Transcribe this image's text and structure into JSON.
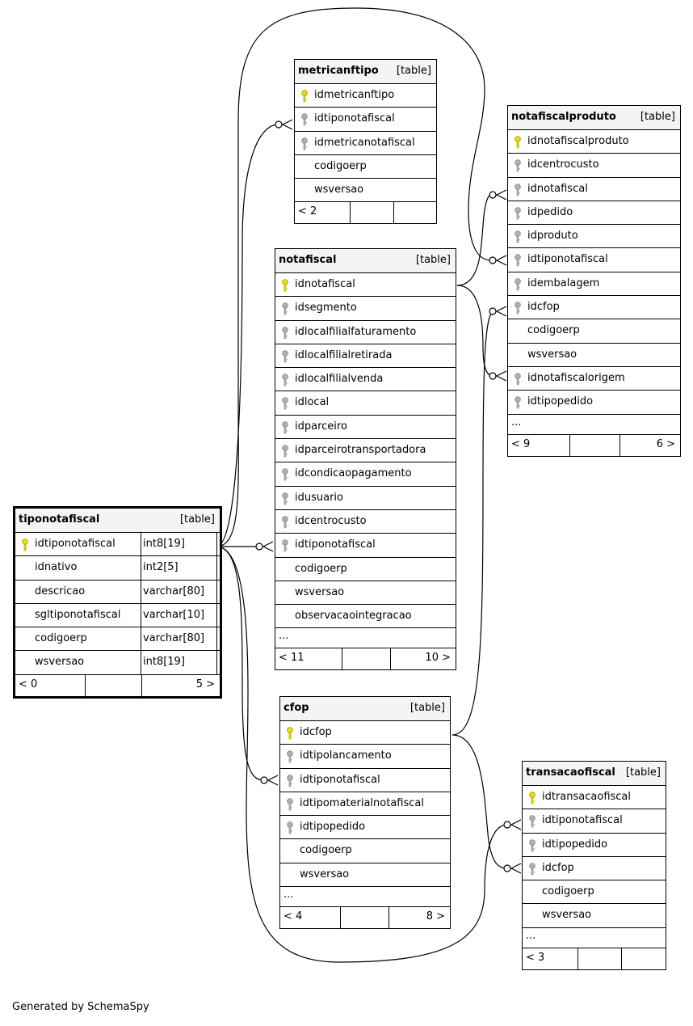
{
  "footer_text": "Generated by SchemaSpy",
  "tables": {
    "metricanftipo": {
      "name": "metricanftipo",
      "type_label": "[table]",
      "columns": [
        {
          "name": "idmetricanftipo",
          "key": "primary"
        },
        {
          "name": "idtiponotafiscal",
          "key": "foreign"
        },
        {
          "name": "idmetricanotafiscal",
          "key": "foreign"
        },
        {
          "name": "codigoerp",
          "key": "none"
        },
        {
          "name": "wsversao",
          "key": "none"
        }
      ],
      "footer": {
        "left": "< 2",
        "right": ""
      }
    },
    "notafiscalproduto": {
      "name": "notafiscalproduto",
      "type_label": "[table]",
      "columns": [
        {
          "name": "idnotafiscalproduto",
          "key": "primary"
        },
        {
          "name": "idcentrocusto",
          "key": "foreign"
        },
        {
          "name": "idnotafiscal",
          "key": "foreign"
        },
        {
          "name": "idpedido",
          "key": "foreign"
        },
        {
          "name": "idproduto",
          "key": "foreign"
        },
        {
          "name": "idtiponotafiscal",
          "key": "foreign"
        },
        {
          "name": "idembalagem",
          "key": "foreign"
        },
        {
          "name": "idcfop",
          "key": "foreign"
        },
        {
          "name": "codigoerp",
          "key": "none"
        },
        {
          "name": "wsversao",
          "key": "none"
        },
        {
          "name": "idnotafiscalorigem",
          "key": "foreign"
        },
        {
          "name": "idtipopedido",
          "key": "foreign"
        }
      ],
      "more": "...",
      "footer": {
        "left": "< 9",
        "right": "6 >"
      }
    },
    "notafiscal": {
      "name": "notafiscal",
      "type_label": "[table]",
      "columns": [
        {
          "name": "idnotafiscal",
          "key": "primary"
        },
        {
          "name": "idsegmento",
          "key": "foreign"
        },
        {
          "name": "idlocalfilialfaturamento",
          "key": "foreign"
        },
        {
          "name": "idlocalfilialretirada",
          "key": "foreign"
        },
        {
          "name": "idlocalfilialvenda",
          "key": "foreign"
        },
        {
          "name": "idlocal",
          "key": "foreign"
        },
        {
          "name": "idparceiro",
          "key": "foreign"
        },
        {
          "name": "idparceirotransportadora",
          "key": "foreign"
        },
        {
          "name": "idcondicaopagamento",
          "key": "foreign"
        },
        {
          "name": "idusuario",
          "key": "foreign"
        },
        {
          "name": "idcentrocusto",
          "key": "foreign"
        },
        {
          "name": "idtiponotafiscal",
          "key": "foreign"
        },
        {
          "name": "codigoerp",
          "key": "none"
        },
        {
          "name": "wsversao",
          "key": "none"
        },
        {
          "name": "observacaointegracao",
          "key": "none"
        }
      ],
      "more": "...",
      "footer": {
        "left": "< 11",
        "right": "10 >"
      }
    },
    "tiponotafiscal": {
      "name": "tiponotafiscal",
      "type_label": "[table]",
      "columns": [
        {
          "name": "idtiponotafiscal",
          "type": "int8[19]",
          "key": "primary"
        },
        {
          "name": "idnativo",
          "type": "int2[5]",
          "key": "none"
        },
        {
          "name": "descricao",
          "type": "varchar[80]",
          "key": "none"
        },
        {
          "name": "sgltiponotafiscal",
          "type": "varchar[10]",
          "key": "none"
        },
        {
          "name": "codigoerp",
          "type": "varchar[80]",
          "key": "none"
        },
        {
          "name": "wsversao",
          "type": "int8[19]",
          "key": "none"
        }
      ],
      "footer": {
        "left": "< 0",
        "right": "5 >"
      }
    },
    "cfop": {
      "name": "cfop",
      "type_label": "[table]",
      "columns": [
        {
          "name": "idcfop",
          "key": "primary"
        },
        {
          "name": "idtipolancamento",
          "key": "foreign"
        },
        {
          "name": "idtiponotafiscal",
          "key": "foreign"
        },
        {
          "name": "idtipomaterialnotafiscal",
          "key": "foreign"
        },
        {
          "name": "idtipopedido",
          "key": "foreign"
        },
        {
          "name": "codigoerp",
          "key": "none"
        },
        {
          "name": "wsversao",
          "key": "none"
        }
      ],
      "more": "...",
      "footer": {
        "left": "< 4",
        "right": "8 >"
      }
    },
    "transacaofiscal": {
      "name": "transacaofiscal",
      "type_label": "[table]",
      "columns": [
        {
          "name": "idtransacaofiscal",
          "key": "primary"
        },
        {
          "name": "idtiponotafiscal",
          "key": "foreign"
        },
        {
          "name": "idtipopedido",
          "key": "foreign"
        },
        {
          "name": "idcfop",
          "key": "foreign"
        },
        {
          "name": "codigoerp",
          "key": "none"
        },
        {
          "name": "wsversao",
          "key": "none"
        }
      ],
      "more": "...",
      "footer": {
        "left": "< 3",
        "right": ""
      }
    }
  },
  "colors": {
    "primary_key": "#e8e000",
    "foreign_key": "#b0b0b0",
    "line": "#000000"
  }
}
